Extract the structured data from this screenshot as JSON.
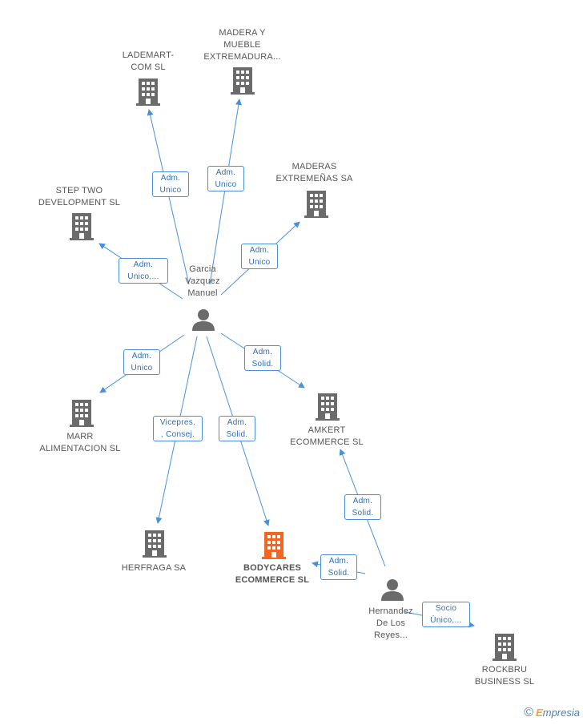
{
  "colors": {
    "edge": "#4a90d9",
    "building": "#6b6b6b",
    "focus_building": "#f26522",
    "person": "#6b6b6b"
  },
  "nodes": {
    "lademart": {
      "label": "LADEMART-\nCOM SL",
      "icon": "building-icon"
    },
    "madera_mueble": {
      "label": "MADERA Y\nMUEBLE\nEXTREMADURA...",
      "icon": "building-icon"
    },
    "maderas_extremenas": {
      "label": "MADERAS\nEXTREMEÑAS SA",
      "icon": "building-icon"
    },
    "step_two": {
      "label": "STEP TWO\nDEVELOPMENT SL",
      "icon": "building-icon"
    },
    "garcia": {
      "label": "Garcia\nVazquez\nManuel",
      "icon": "person-icon"
    },
    "marr": {
      "label": "MARR\nALIMENTACION SL",
      "icon": "building-icon"
    },
    "amkert": {
      "label": "AMKERT\nECOMMERCE SL",
      "icon": "building-icon"
    },
    "herfraga": {
      "label": "HERFRAGA SA",
      "icon": "building-icon"
    },
    "bodycares": {
      "label": "BODYCARES\nECOMMERCE SL",
      "icon": "building-icon"
    },
    "hernandez": {
      "label": "Hernandez\nDe Los\nReyes...",
      "icon": "person-icon"
    },
    "rockbru": {
      "label": "ROCKBRU\nBUSINESS SL",
      "icon": "building-icon"
    }
  },
  "edges": {
    "e1": "Adm.\nUnico",
    "e2": "Adm.\nUnico",
    "e3": "Adm.\nUnico",
    "e4": "Adm.\nUnico,...",
    "e5": "Adm.\nUnico",
    "e6": "Adm.\nSolid.",
    "e7": "Vicepres.\n, Consej.",
    "e8": "Adm.\nSolid.",
    "e9": "Adm.\nSolid.",
    "e10": "Adm.\nSolid.",
    "e11": "Socio\nÚnico,..."
  },
  "footer": {
    "copyright": "©",
    "brand_initial": "E",
    "brand_rest": "mpresia"
  }
}
